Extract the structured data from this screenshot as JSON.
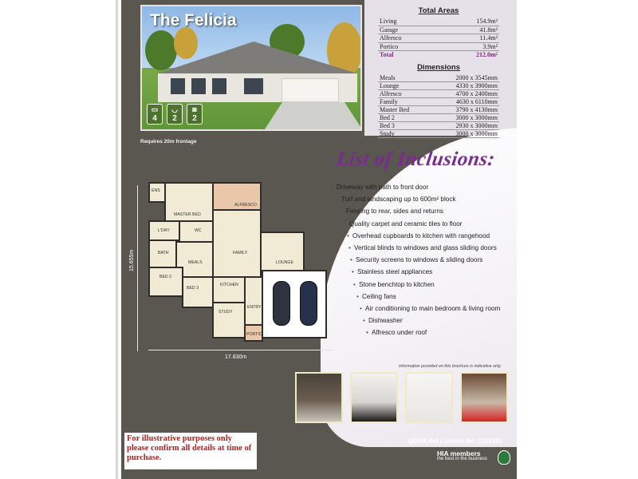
{
  "hero": {
    "title": "The Felicia",
    "features": [
      {
        "icon": "bed-icon",
        "value": "4"
      },
      {
        "icon": "bath-icon",
        "value": "2"
      },
      {
        "icon": "car-icon",
        "value": "2"
      }
    ],
    "frontage_note": "Requires 20m frontage"
  },
  "areas": {
    "heading": "Total Areas",
    "rows": [
      {
        "label": "Living",
        "value": "154.9m²"
      },
      {
        "label": "Garage",
        "value": "41.8m²"
      },
      {
        "label": "Alfresco",
        "value": "11.4m²"
      },
      {
        "label": "Portico",
        "value": "3.9m²"
      }
    ],
    "total": {
      "label": "Total",
      "value": "212.0m²"
    }
  },
  "dimensions": {
    "heading": "Dimensions",
    "rows": [
      {
        "label": "Meals",
        "value": "2000 x 3545mm"
      },
      {
        "label": "Lounge",
        "value": "4330 x 3900mm"
      },
      {
        "label": "Alfresco",
        "value": "4700 x 2400mm"
      },
      {
        "label": "Family",
        "value": "4630 x 6110mm"
      },
      {
        "label": "Master Bed",
        "value": "3790 x 4130mm"
      },
      {
        "label": "Bed 2",
        "value": "3000 x 3000mm"
      },
      {
        "label": "Bed 3",
        "value": "2930 x 3000mm"
      },
      {
        "label": "Study",
        "value": "3000 x 3000mm"
      }
    ]
  },
  "inclusions": {
    "title": "List of Inclusions:",
    "items": [
      "Driveway with path to front door",
      "Turf and landscaping up to 600m² block",
      "Fencing to rear, sides and returns",
      "Quality carpet and ceramic tiles to floor",
      "Overhead cupboards to kitchen with rangehood",
      "Vertical blinds to windows and glass sliding doors",
      "Security screens to windows & sliding doors",
      "Stainless steel appliances",
      "Stone benchtop to kitchen",
      "Ceiling fans",
      "Air conditioning to main bedroom & living room",
      "Dishwasher",
      "Alfresco under roof"
    ],
    "disclaimer": "Information provided on this brochure is indicative only."
  },
  "floorplan": {
    "width_label": "17.830m",
    "depth_label": "15.655m",
    "rooms": {
      "ens": "ENS",
      "master": "MASTER BED",
      "alfresco": "ALFRESCO",
      "ldry": "L'DRY",
      "wc": "WC",
      "bath": "BATH",
      "family": "FAMILY",
      "meals": "MEALS",
      "lounge": "LOUNGE",
      "bed2": "BED 2",
      "bed3": "BED 3",
      "kitchen": "KITCHEN",
      "study": "STUDY",
      "entry": "ENTRY",
      "portico": "PORTICO"
    }
  },
  "footer": {
    "notice": "For illustrative purposes only please confirm all details at time of purchase.",
    "licence": "QBSA Act Licence No: 1159181",
    "hia_name": "HIA members",
    "hia_tagline": "the best in the business"
  },
  "colors": {
    "accent_purple": "#7a2b8e",
    "total_purple": "#7c2b78",
    "notice_red": "#c41a1a",
    "background": "#5a5650"
  }
}
